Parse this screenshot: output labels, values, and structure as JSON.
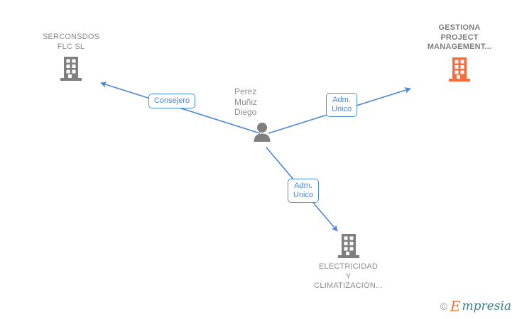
{
  "graph": {
    "background": "#ffffff",
    "edge_color": "#4a86d8",
    "nodes": [
      {
        "id": "serconsdos",
        "label": "SERCONSDOS\nFLC SL",
        "icon": "building-icon",
        "icon_color": "#7f7f7f",
        "label_color": "#8a8a8a",
        "bold": false,
        "label_position": "above"
      },
      {
        "id": "gestiona",
        "label": "GESTIONA\nPROJECT\nMANAGEMENT...",
        "icon": "building-icon",
        "icon_color": "#f96a3c",
        "label_color": "#7d7d7d",
        "bold": true,
        "label_position": "above"
      },
      {
        "id": "person",
        "label": "Perez\nMuñiz\nDiego",
        "icon": "person-icon",
        "icon_color": "#7f7f7f",
        "label_color": "#8c8c8c",
        "bold": false,
        "label_position": "above"
      },
      {
        "id": "electricidad",
        "label": "ELECTRICIDAD\nY\nCLIMATIZACION...",
        "icon": "building-icon",
        "icon_color": "#7f7f7f",
        "label_color": "#8a8a8a",
        "bold": false,
        "label_position": "below"
      }
    ],
    "edges": [
      {
        "id": "edge-consejero",
        "from": "person",
        "to": "serconsdos",
        "label": "Consejero"
      },
      {
        "id": "edge-adm-1",
        "from": "person",
        "to": "gestiona",
        "label": "Adm.\nUnico"
      },
      {
        "id": "edge-adm-2",
        "from": "person",
        "to": "electricidad",
        "label": "Adm.\nUnico"
      }
    ]
  },
  "watermark": {
    "copyright": "©",
    "brand_initial": "E",
    "brand_rest": "mpresia"
  }
}
